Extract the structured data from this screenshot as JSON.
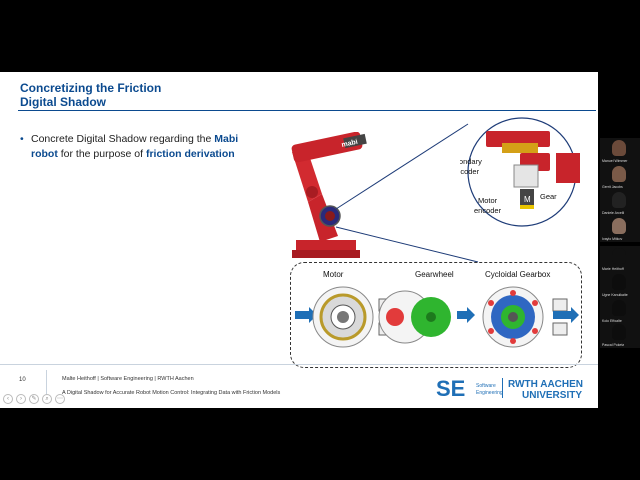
{
  "slide": {
    "title_line1": "Concretizing the Friction",
    "title_line2": "Digital Shadow",
    "bullet_parts": [
      "Concrete Digital Shadow regarding the ",
      "Mabi robot",
      " for the purpose of ",
      "friction derivation"
    ],
    "robot_brand": "mabi",
    "zoom_labels": {
      "secondary_encoder_1": "Secondary",
      "secondary_encoder_2": "encoder",
      "gear": "Gear",
      "motor_encoder_1": "Motor",
      "motor_encoder_2": "encoder",
      "motor_symbol": "M"
    },
    "chain": {
      "motor_label": "Motor",
      "gearwheel_label": "Gearwheel",
      "gearbox_label": "Cycloidal Gearbox"
    }
  },
  "footer": {
    "page_number": "10",
    "author_line": "Malte Heithoff | Software Engineering | RWTH Aachen",
    "talk_title": "A Digital Shadow for Accurate Robot Motion Control: Integrating Data with Friction Models",
    "se_logo": "SE",
    "se_sub1": "Software",
    "se_sub2": "Engineering",
    "rwth1": "RWTH AACHEN",
    "rwth2": "UNIVERSITY"
  },
  "participants": [
    {
      "name": "Manuel Wimmer",
      "color": "#6b4a3a"
    },
    {
      "name": "Gerrit Jacobs",
      "color": "#7a5a48"
    },
    {
      "name": "Daniele Arcelli",
      "color": "#222222"
    },
    {
      "name": "Ivaylo Mitkov",
      "color": "#8a6e5e"
    },
    {
      "name": "Marie Heithoff",
      "color": "#111111"
    },
    {
      "name": "Ugne Kanuikaite",
      "color": "#0d0d0d"
    },
    {
      "name": "Kojo Effoalte",
      "color": "#0d0d0d"
    },
    {
      "name": "Pascal Poketz",
      "color": "#0d0d0d"
    }
  ],
  "colors": {
    "accent": "#0b4a8f",
    "robot_red": "#c8242b",
    "gear_green": "#2fb52f",
    "gear_red": "#e23b3b",
    "arrow_blue": "#1f6fb6"
  }
}
